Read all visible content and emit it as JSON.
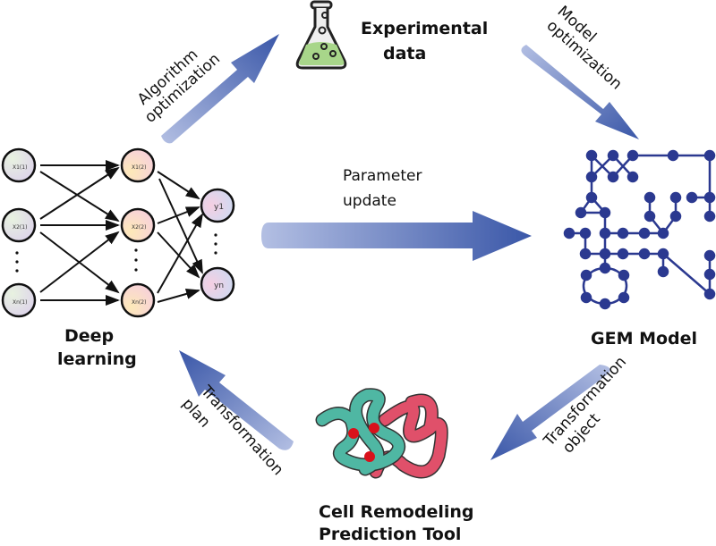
{
  "nodes": {
    "experimental": {
      "line1": "Experimental",
      "line2": "data"
    },
    "gem": {
      "label": "GEM  Model"
    },
    "deep": {
      "line1": "Deep",
      "line2": "learning"
    },
    "cell": {
      "line1": "Cell Remodeling",
      "line2": "Prediction Tool"
    }
  },
  "arrows": {
    "algorithm": {
      "line1": "Algorithm",
      "line2": "optimization"
    },
    "model": {
      "line1": "Model",
      "line2": "optimization"
    },
    "parameter": {
      "line1": "Parameter",
      "line2": "update"
    },
    "transformation_object": {
      "line1": "Transformation",
      "line2": "object"
    },
    "transformation_plan": {
      "line1": "Transformation",
      "line2": "plan"
    }
  },
  "network": {
    "input": [
      "X1(1)",
      "X2(1)",
      "Xn(1)"
    ],
    "hidden": [
      "X1(2)",
      "X2(2)",
      "Xn(2)"
    ],
    "output": [
      "y1",
      "yn"
    ],
    "ellipsis": "⋮"
  },
  "colors": {
    "arrow_dark": "#3a57a8",
    "arrow_light": "#b3bfe3",
    "gem_network": "#2b3990",
    "flask_liquid": "#a8d68a",
    "protein_teal": "#4fb7a3",
    "protein_red": "#e0506a",
    "protein_dot": "#d8111b"
  }
}
